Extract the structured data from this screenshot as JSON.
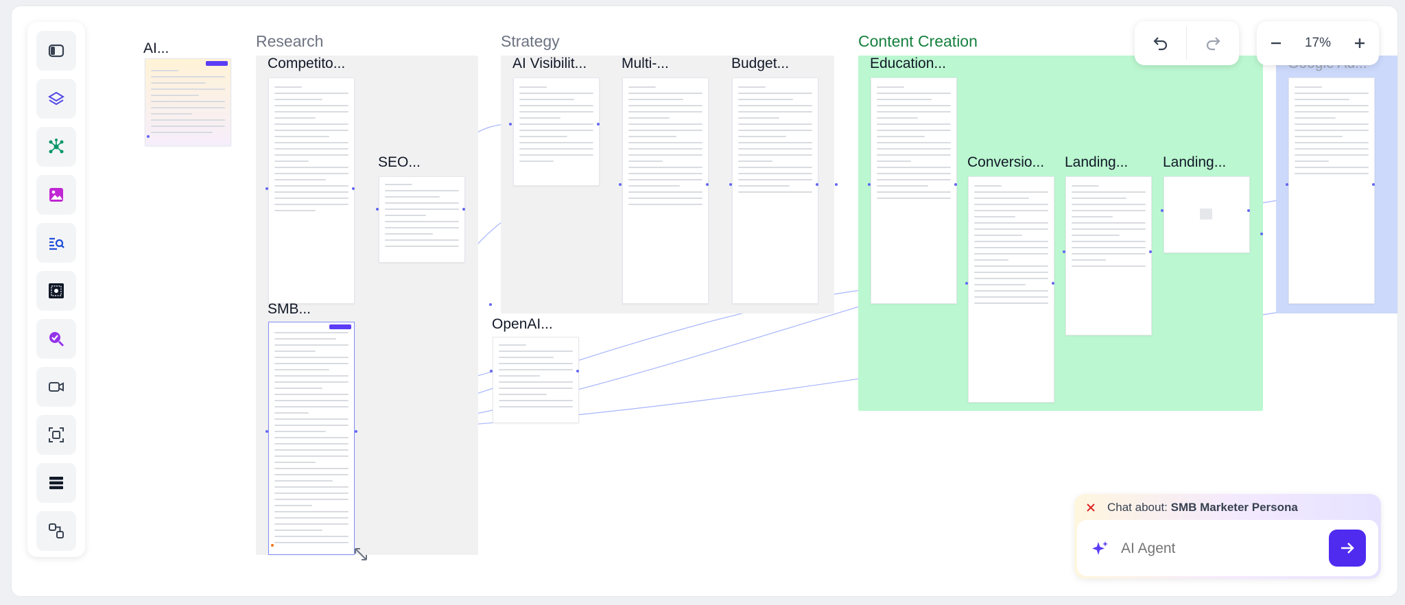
{
  "toolbar": {
    "tools": [
      {
        "name": "sidebar-toggle",
        "icon": "panel-toggle-icon",
        "color": "#374151"
      },
      {
        "name": "layers",
        "icon": "layers-icon",
        "color": "#4f46e5"
      },
      {
        "name": "network",
        "icon": "network-icon",
        "color": "#059669"
      },
      {
        "name": "image",
        "icon": "image-icon",
        "color": "#c026d3"
      },
      {
        "name": "search-list",
        "icon": "list-search-icon",
        "color": "#1d4ed8"
      },
      {
        "name": "capture",
        "icon": "capture-icon",
        "color": "#111827"
      },
      {
        "name": "magnifier-check",
        "icon": "magnifier-check-icon",
        "color": "#9333ea"
      },
      {
        "name": "video",
        "icon": "video-icon",
        "color": "#374151"
      },
      {
        "name": "scan",
        "icon": "scan-icon",
        "color": "#374151"
      },
      {
        "name": "stack",
        "icon": "stack-icon",
        "color": "#111827"
      },
      {
        "name": "shapes",
        "icon": "shapes-icon",
        "color": "#374151"
      }
    ]
  },
  "canvas": {
    "ai_card_title": "AI...",
    "groups": {
      "research": {
        "title": "Research"
      },
      "strategy": {
        "title": "Strategy"
      },
      "content_creation": {
        "title": "Content Creation",
        "color": "#15803d"
      }
    },
    "cards": {
      "competitor": "Competito...",
      "seo": "SEO...",
      "smb": "SMB...",
      "ai_visibility": "AI Visibilit...",
      "multi": "Multi-...",
      "budget": "Budget...",
      "openai": "OpenAI...",
      "education": "Education...",
      "conversion": "Conversio...",
      "landing1": "Landing...",
      "landing2": "Landing...",
      "google": "Google Ad..."
    }
  },
  "history": {
    "undo_icon": "undo-icon",
    "redo_icon": "redo-icon"
  },
  "zoom": {
    "level": "17%",
    "out_icon": "minus-icon",
    "in_icon": "plus-icon"
  },
  "chat": {
    "prefix": "Chat about:",
    "subject": "SMB Marketer Persona",
    "placeholder": "AI Agent",
    "accent": "#4f2bf0"
  }
}
